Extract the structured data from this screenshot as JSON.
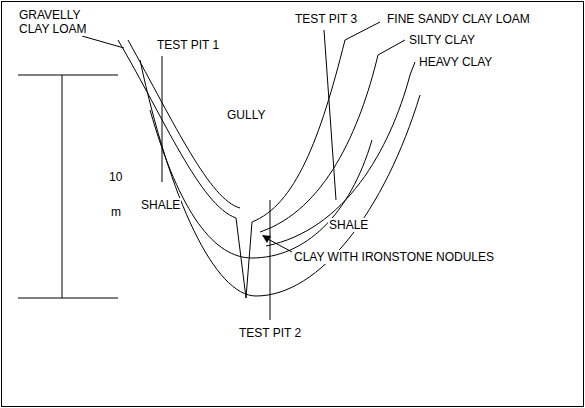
{
  "diagram": {
    "labels": [
      "GRAVELLY CLAY LOAM",
      "TEST PIT 1",
      "TEST PIT 3",
      "FINE SANDY CLAY LOAM",
      "SILTY CLAY",
      "HEAVY CLAY",
      "GULLY",
      "10",
      "m",
      "SHALE",
      "SHALE",
      "CLAY WITH IRONSTONE NODULES",
      "TEST PIT 2"
    ]
  }
}
